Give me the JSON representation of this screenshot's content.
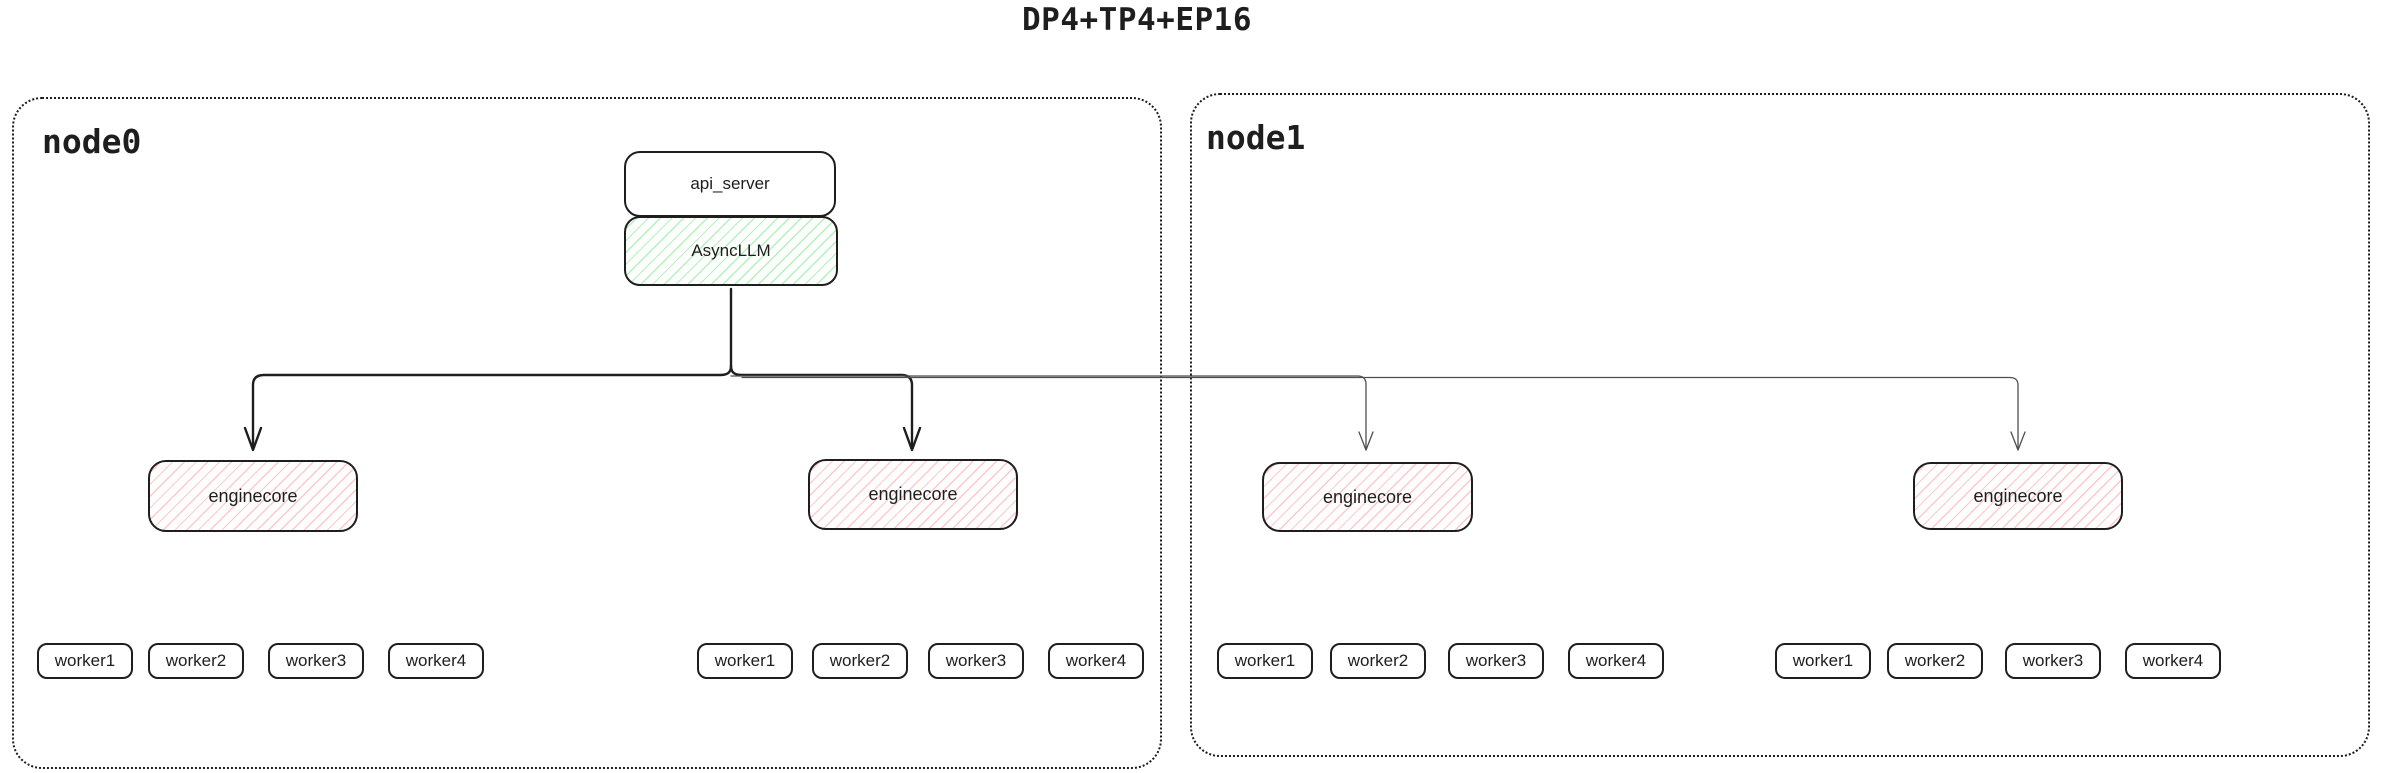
{
  "title": "DP4+TP4+EP16",
  "node0": {
    "label": "node0"
  },
  "node1": {
    "label": "node1"
  },
  "api_server": {
    "label": "api_server"
  },
  "async_llm": {
    "label": "AsyncLLM"
  },
  "enginecores": [
    {
      "label": "enginecore",
      "node": "node0"
    },
    {
      "label": "enginecore",
      "node": "node0"
    },
    {
      "label": "enginecore",
      "node": "node1"
    },
    {
      "label": "enginecore",
      "node": "node1"
    }
  ],
  "worker_groups": [
    {
      "workers": [
        {
          "label": "worker1"
        },
        {
          "label": "worker2"
        },
        {
          "label": "worker3"
        },
        {
          "label": "worker4"
        }
      ]
    },
    {
      "workers": [
        {
          "label": "worker1"
        },
        {
          "label": "worker2"
        },
        {
          "label": "worker3"
        },
        {
          "label": "worker4"
        }
      ]
    },
    {
      "workers": [
        {
          "label": "worker1"
        },
        {
          "label": "worker2"
        },
        {
          "label": "worker3"
        },
        {
          "label": "worker4"
        }
      ]
    },
    {
      "workers": [
        {
          "label": "worker1"
        },
        {
          "label": "worker2"
        },
        {
          "label": "worker3"
        },
        {
          "label": "worker4"
        }
      ]
    }
  ],
  "edges": [
    {
      "from": "AsyncLLM",
      "to": "enginecore-1 (node0 left)",
      "style": "thick-arrow"
    },
    {
      "from": "AsyncLLM",
      "to": "enginecore-2 (node0 right)",
      "style": "thick-arrow"
    },
    {
      "from": "AsyncLLM",
      "to": "enginecore-3 (node1 left)",
      "style": "thin-arrow"
    },
    {
      "from": "AsyncLLM",
      "to": "enginecore-4 (node1 right)",
      "style": "thin-arrow"
    }
  ],
  "colors": {
    "stroke": "#1e1e1e",
    "thin_stroke": "#4f4f4f",
    "enginecore_hatch": "#ffc9c9",
    "asyncllm_hatch": "#b2f2bb",
    "background": "#ffffff"
  }
}
